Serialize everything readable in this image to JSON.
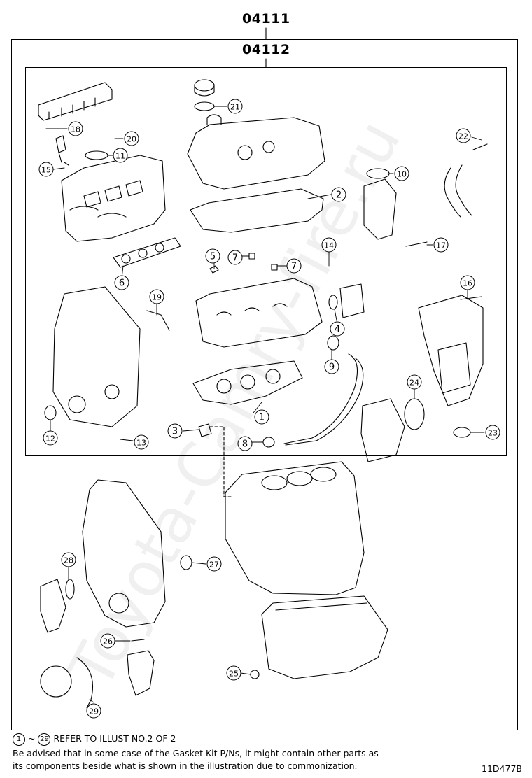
{
  "assembly": {
    "outer_code": "04111",
    "inner_code": "04112"
  },
  "callouts": [
    "1",
    "2",
    "3",
    "4",
    "5",
    "6",
    "7",
    "7",
    "8",
    "9",
    "10",
    "11",
    "12",
    "13",
    "14",
    "15",
    "16",
    "17",
    "18",
    "19",
    "20",
    "21",
    "22",
    "23",
    "24",
    "25",
    "26",
    "27",
    "28",
    "29"
  ],
  "footer": {
    "range_from": "1",
    "range_sep": "~",
    "range_to": "29",
    "refer_text": "REFER TO ILLUST NO.2 OF 2",
    "note_line1": "Be advised that in some case of the Gasket Kit P/Ns,  it might contain other parts as",
    "note_line2": "its components beside what is shown in the illustration due to commonization."
  },
  "diagram_id": "11D477B",
  "watermark": "Toyota-Camry-fire.ru"
}
